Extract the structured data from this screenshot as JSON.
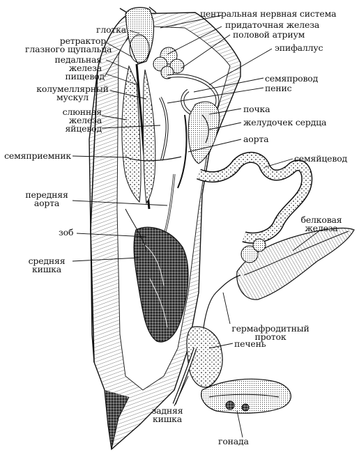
{
  "labels": {
    "cns": "центральная нервная система",
    "pharynx": "глотка",
    "retractor_1": "ретрактор",
    "retractor_2": "глазного щупальца",
    "accessory_gland": "придаточная железа",
    "genital_atrium": "половой атриум",
    "pedal_gland_1": "педальная",
    "pedal_gland_2": "железа",
    "epiphallus": "эпифаллус",
    "esophagus": "пищевод",
    "columellar_1": "колумеллярный",
    "columellar_2": "мускул",
    "vas_deferens": "семяпровод",
    "penis": "пенис",
    "salivary_1": "слюнная",
    "salivary_2": "железа",
    "kidney": "почка",
    "oviduct": "яйцевод",
    "ventricle": "желудочек сердца",
    "aorta": "аорта",
    "spermatheca": "семяприемник",
    "spermoviduct": "семяйцевод",
    "anterior_aorta_1": "передняя",
    "anterior_aorta_2": "аорта",
    "albumen_1": "белковая",
    "albumen_2": "железа",
    "crop": "зоб",
    "midgut_1": "средняя",
    "midgut_2": "кишка",
    "hermaphro_1": "гермафродитный",
    "hermaphro_2": "проток",
    "liver": "печень",
    "hindgut_1": "задняя",
    "hindgut_2": "кишка",
    "gonad": "гонада"
  }
}
